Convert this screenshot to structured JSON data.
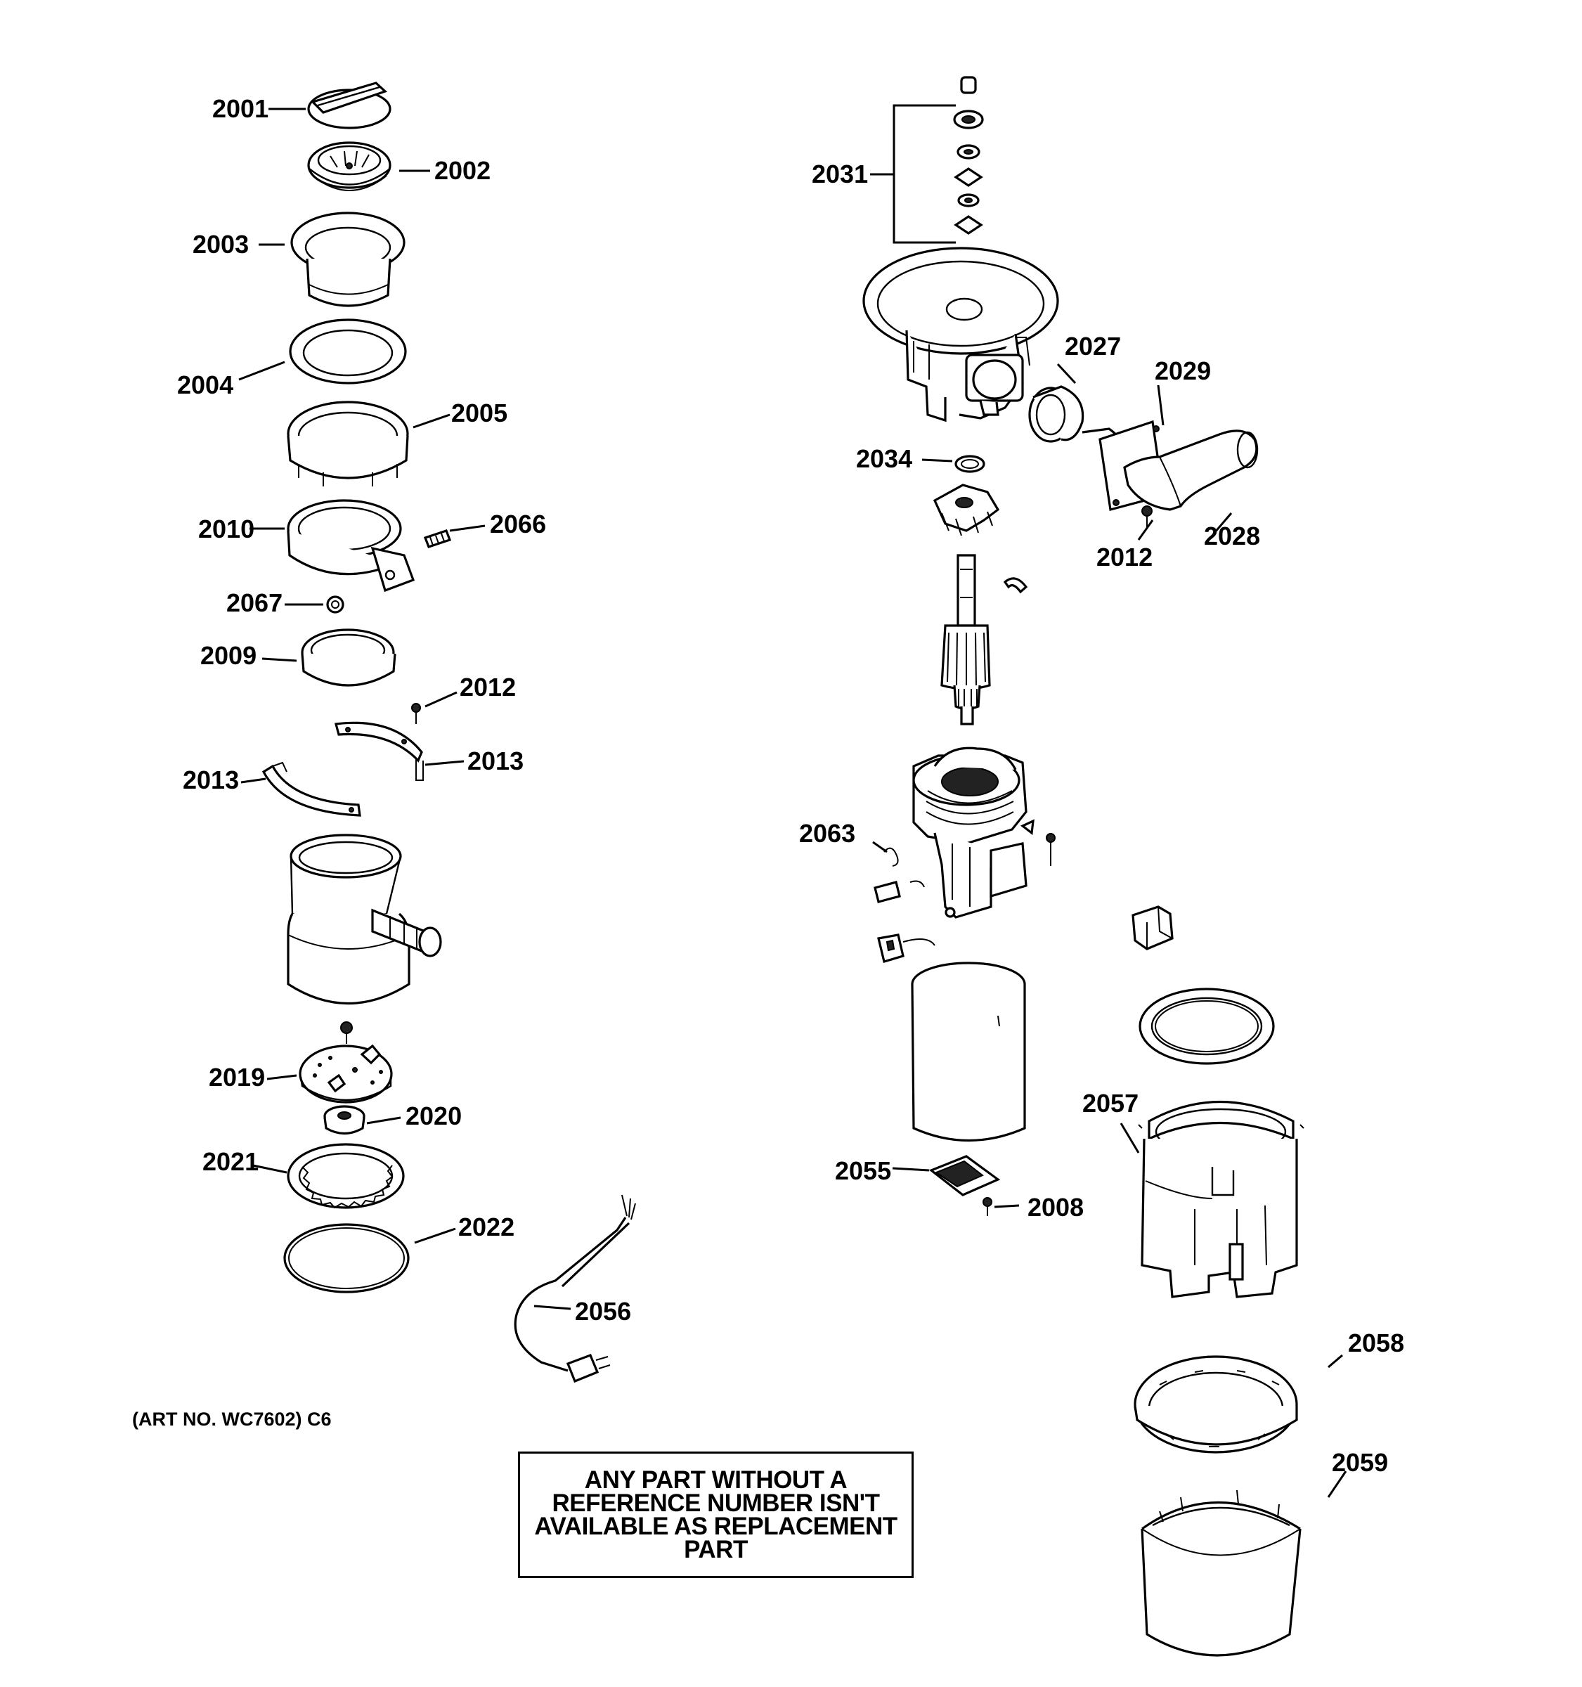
{
  "diagram": {
    "art_number": "(ART NO. WC7602) C6",
    "note_lines": [
      "ANY PART WITHOUT A",
      "REFERENCE NUMBER ISN'T",
      "AVAILABLE AS REPLACEMENT",
      "PART"
    ],
    "labels": {
      "p2001": "2001",
      "p2002": "2002",
      "p2003": "2003",
      "p2004": "2004",
      "p2005": "2005",
      "p2010": "2010",
      "p2066": "2066",
      "p2067": "2067",
      "p2009": "2009",
      "p2012a": "2012",
      "p2013a": "2013",
      "p2013b": "2013",
      "p2019": "2019",
      "p2020": "2020",
      "p2021": "2021",
      "p2022": "2022",
      "p2056": "2056",
      "p2031": "2031",
      "p2027": "2027",
      "p2029": "2029",
      "p2034": "2034",
      "p2012b": "2012",
      "p2028": "2028",
      "p2063": "2063",
      "p2057": "2057",
      "p2055": "2055",
      "p2008": "2008",
      "p2058": "2058",
      "p2059": "2059"
    }
  }
}
